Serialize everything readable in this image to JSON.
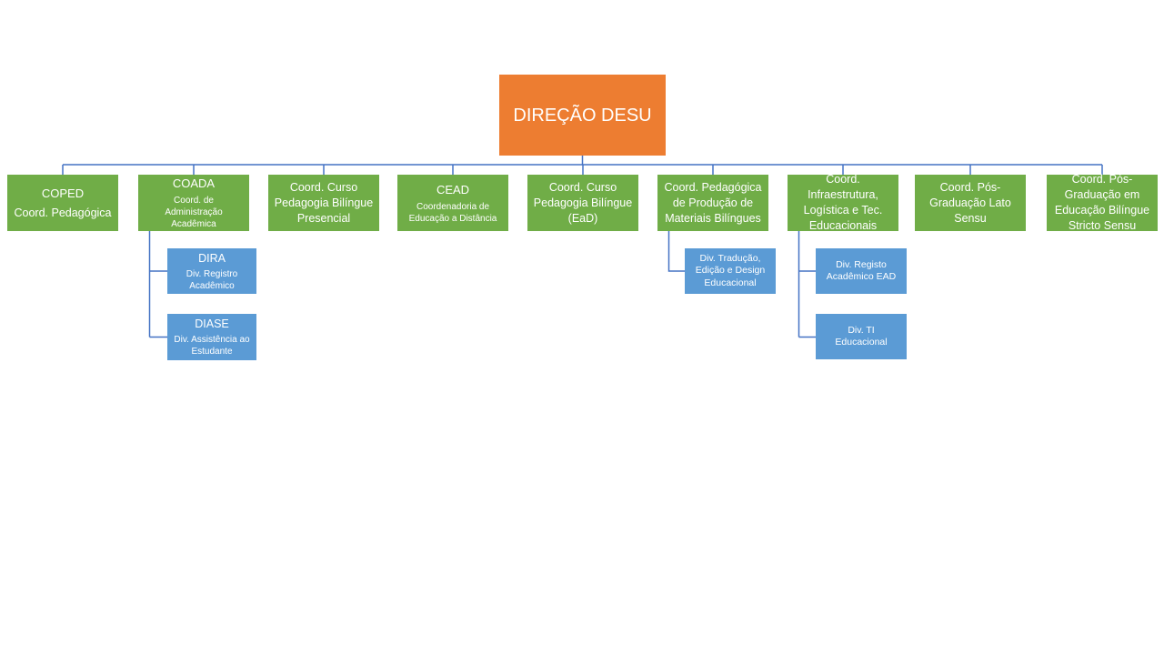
{
  "colors": {
    "root": "#ED7D31",
    "department": "#70AD47",
    "division": "#5B9BD5",
    "connector": "#4472C4",
    "text": "#FFFFFF"
  },
  "root": {
    "label": "DIREÇÃO DESU"
  },
  "departments": [
    {
      "acronym": "COPED",
      "name": "Coord. Pedagógica"
    },
    {
      "acronym": "COADA",
      "name": "Coord. de Administração Acadêmica",
      "children": [
        {
          "acronym": "DIRA",
          "name": "Div. Registro Acadêmico"
        },
        {
          "acronym": "DIASE",
          "name": "Div. Assistência ao Estudante"
        }
      ]
    },
    {
      "name": "Coord. Curso Pedagogia Bilíngue Presencial"
    },
    {
      "acronym": "CEAD",
      "name": "Coordenadoria de Educação a Distância"
    },
    {
      "name": "Coord. Curso Pedagogia Bilíngue (EaD)"
    },
    {
      "name": "Coord. Pedagógica de Produção de Materiais Bilíngues",
      "children": [
        {
          "name": "Div. Tradução, Edição e Design Educacional"
        }
      ]
    },
    {
      "name": "Coord. Infraestrutura, Logística e Tec. Educacionais",
      "children": [
        {
          "name": "Div. Registo Acadêmico EAD"
        },
        {
          "name": "Div. TI Educacional"
        }
      ]
    },
    {
      "name": "Coord. Pós-Graduação Lato Sensu"
    },
    {
      "name": "Coord. Pós-Graduação em Educação Bilíngue Stricto Sensu"
    }
  ]
}
